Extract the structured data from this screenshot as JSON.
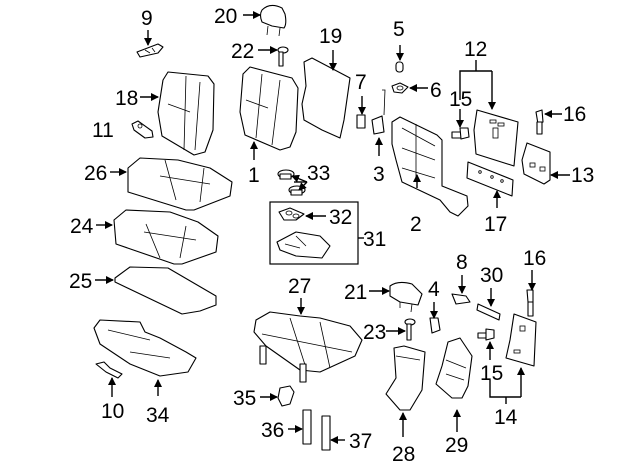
{
  "diagram": {
    "type": "exploded parts diagram",
    "subject": "rear seat assembly",
    "callouts": {
      "c1": "1",
      "c2": "2",
      "c3": "3",
      "c4": "4",
      "c5": "5",
      "c6": "6",
      "c7": "7",
      "c8": "8",
      "c9": "9",
      "c10": "10",
      "c11": "11",
      "c12": "12",
      "c13": "13",
      "c14": "14",
      "c15a": "15",
      "c15b": "15",
      "c16a": "16",
      "c16b": "16",
      "c17": "17",
      "c18": "18",
      "c19": "19",
      "c20": "20",
      "c21": "21",
      "c22": "22",
      "c23": "23",
      "c24": "24",
      "c25": "25",
      "c26": "26",
      "c27": "27",
      "c28": "28",
      "c29": "29",
      "c30": "30",
      "c31": "31",
      "c32": "32",
      "c33": "33",
      "c34": "34",
      "c35": "35",
      "c36": "36",
      "c37": "37"
    }
  }
}
